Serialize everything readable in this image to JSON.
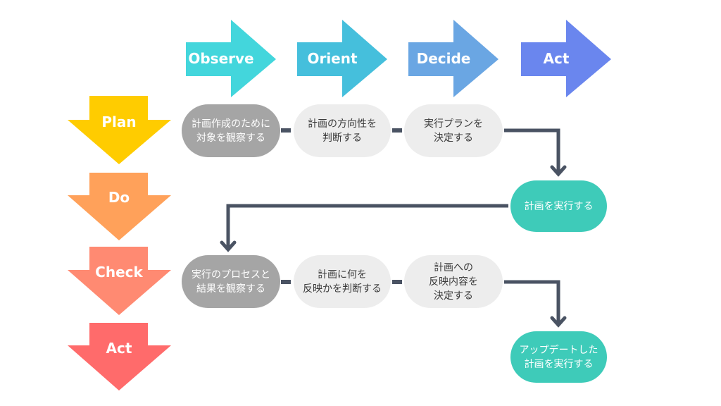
{
  "ooda": {
    "arrows": [
      {
        "label": "Observe",
        "color": "#43d6dc"
      },
      {
        "label": "Orient",
        "color": "#45bfdc"
      },
      {
        "label": "Decide",
        "color": "#6aa6e3"
      },
      {
        "label": "Act",
        "color": "#6a86ee"
      }
    ]
  },
  "pdca": {
    "arrows": [
      {
        "label": "Plan",
        "color": "#ffcc00"
      },
      {
        "label": "Do",
        "color": "#ffa15a"
      },
      {
        "label": "Check",
        "color": "#ff8a72"
      },
      {
        "label": "Act",
        "color": "#ff6b6b"
      }
    ]
  },
  "nodes": {
    "plan_observe": "計画作成のために\n対象を観察する",
    "plan_orient": "計画の方向性を\n判断する",
    "plan_decide": "実行プランを\n決定する",
    "do_act": "計画を実行する",
    "check_observe": "実行のプロセスと\n結果を観察する",
    "check_orient": "計画に何を\n反映かを判断する",
    "check_decide": "計画への\n反映内容を\n決定する",
    "act_act": "アップデートした\n計画を実行する"
  },
  "colors": {
    "connector": "#4a5363",
    "node_gray": "#a5a5a5",
    "node_light": "#ededed",
    "node_teal": "#3ecbb9"
  }
}
